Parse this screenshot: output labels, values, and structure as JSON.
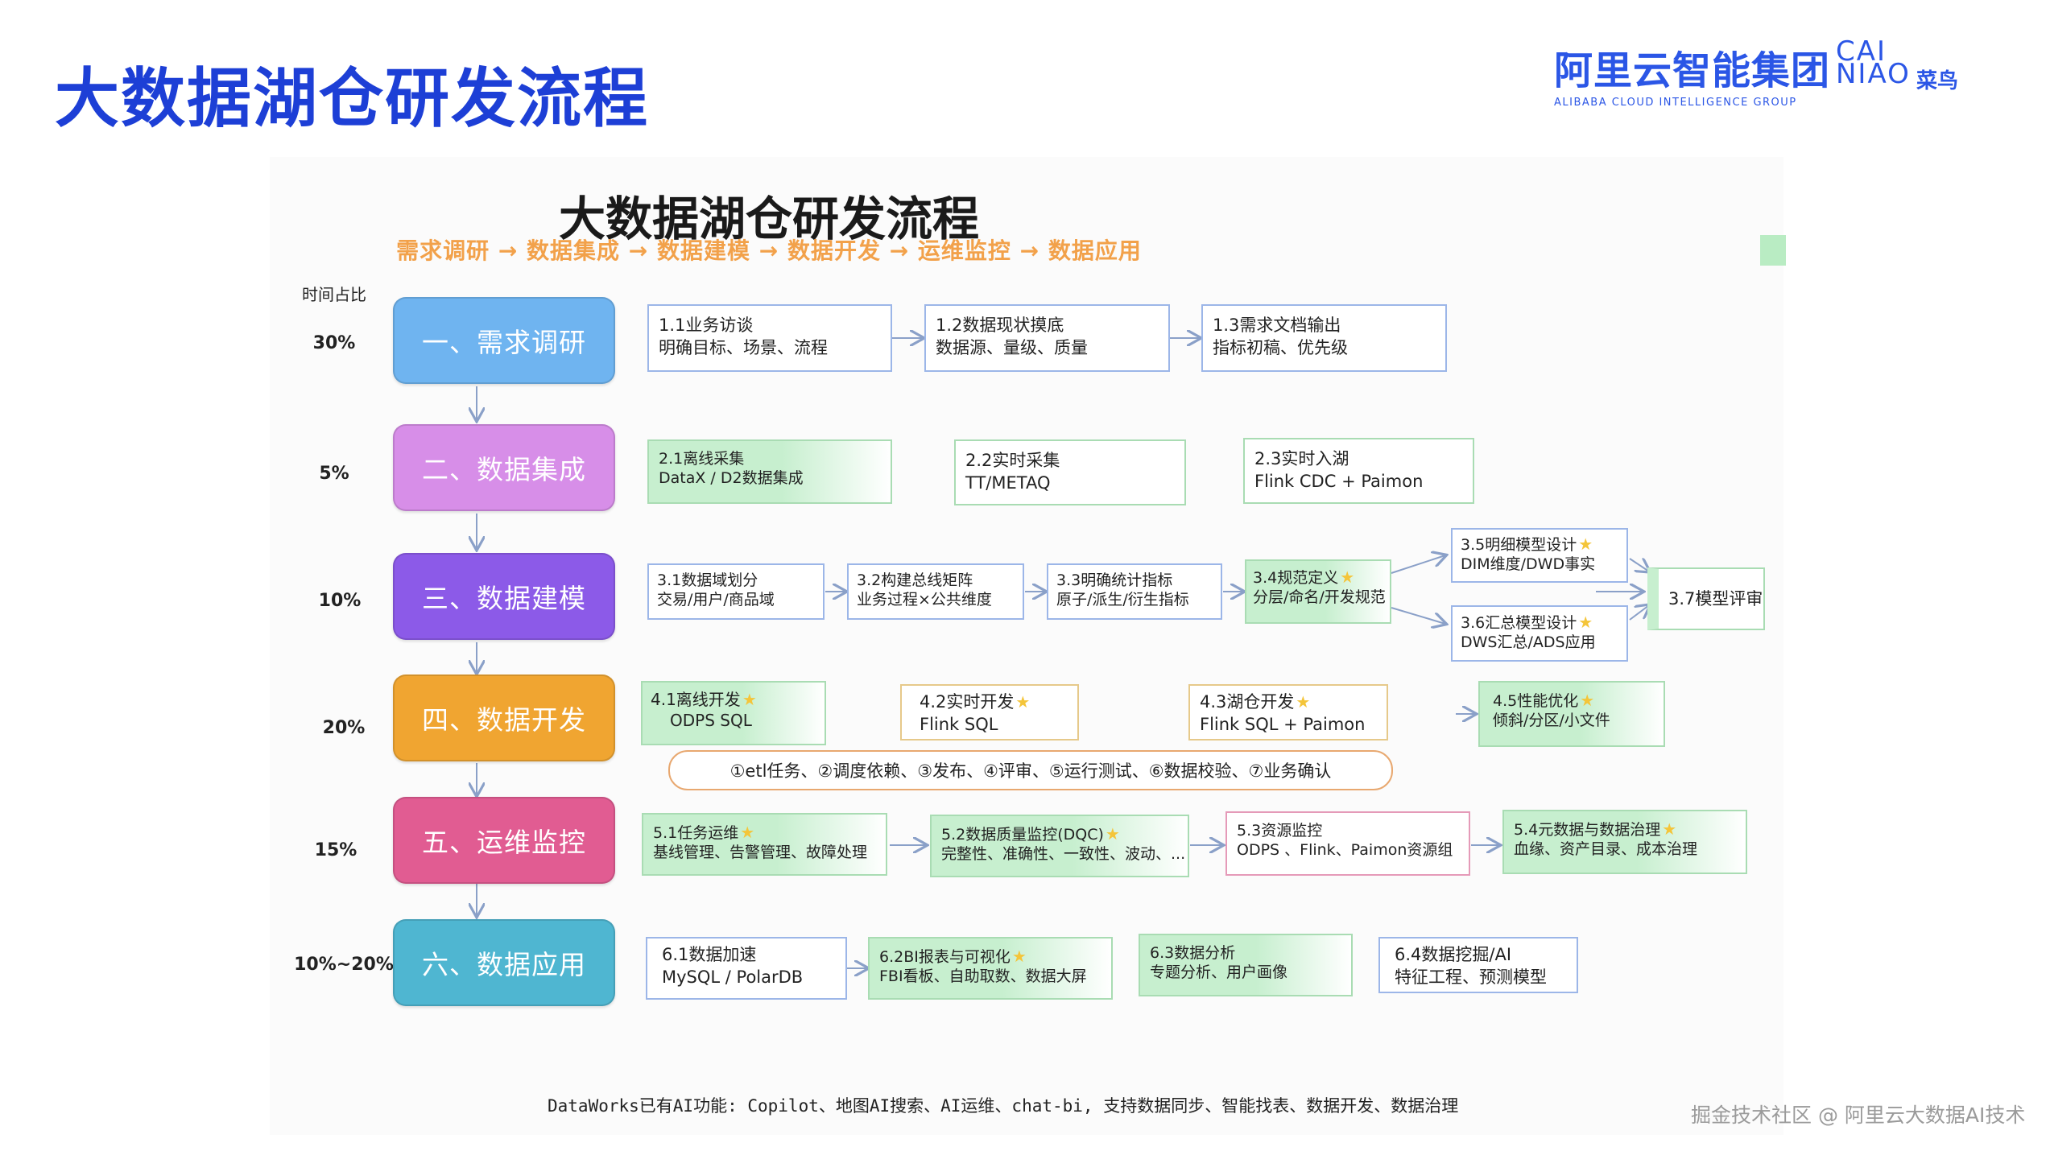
{
  "slide_title": "大数据湖仓研发流程",
  "brand": {
    "alibaba_cn": "阿里云智能集团",
    "alibaba_en": "ALIBABA CLOUD INTELLIGENCE GROUP",
    "cainiao_en": "CAI NIAO",
    "cainiao_cn": "菜鸟"
  },
  "diagram": {
    "title": "大数据湖仓研发流程",
    "subtitle": "需求调研 → 数据集成 → 数据建模 → 数据开发 → 运维监控 → 数据应用",
    "time_ratio_label": "时间占比",
    "stages": [
      {
        "label": "一、需求调研",
        "pct": "30%"
      },
      {
        "label": "二、数据集成",
        "pct": "5%"
      },
      {
        "label": "三、数据建模",
        "pct": "10%"
      },
      {
        "label": "四、数据开发",
        "pct": "20%"
      },
      {
        "label": "五、运维监控",
        "pct": "15%"
      },
      {
        "label": "六、数据应用",
        "pct": "10%~20%"
      }
    ],
    "steps": {
      "s1_1": {
        "l1": "1.1业务访谈",
        "l2": "明确目标、场景、流程"
      },
      "s1_2": {
        "l1": "1.2数据现状摸底",
        "l2": "数据源、量级、质量"
      },
      "s1_3": {
        "l1": "1.3需求文档输出",
        "l2": "指标初稿、优先级"
      },
      "s2_1": {
        "l1": "2.1离线采集",
        "l2": "DataX / D2数据集成"
      },
      "s2_2": {
        "l1": "2.2实时采集",
        "l2": "TT/METAQ"
      },
      "s2_3": {
        "l1": "2.3实时入湖",
        "l2": "Flink CDC + Paimon"
      },
      "s3_1": {
        "l1": "3.1数据域划分",
        "l2": "交易/用户/商品域"
      },
      "s3_2": {
        "l1": "3.2构建总线矩阵",
        "l2": "业务过程×公共维度"
      },
      "s3_3": {
        "l1": "3.3明确统计指标",
        "l2": "原子/派生/衍生指标"
      },
      "s3_4": {
        "l1": "3.4规范定义",
        "l2": "分层/命名/开发规范"
      },
      "s3_5": {
        "l1": "3.5明细模型设计",
        "l2": "DIM维度/DWD事实"
      },
      "s3_6": {
        "l1": "3.6汇总模型设计",
        "l2": "DWS汇总/ADS应用"
      },
      "s3_7": {
        "l1": "3.7模型评审",
        "l2": ""
      },
      "s4_1": {
        "l1": "4.1离线开发",
        "l2": "ODPS SQL"
      },
      "s4_2": {
        "l1": "4.2实时开发",
        "l2": "Flink SQL"
      },
      "s4_3": {
        "l1": "4.3湖仓开发",
        "l2": "Flink SQL + Paimon"
      },
      "s4_5": {
        "l1": "4.5性能优化",
        "l2": "倾斜/分区/小文件"
      },
      "s5_1": {
        "l1": "5.1任务运维",
        "l2": "基线管理、告警管理、故障处理"
      },
      "s5_2": {
        "l1": "5.2数据质量监控(DQC)",
        "l2": "完整性、准确性、一致性、波动、..."
      },
      "s5_3": {
        "l1": "5.3资源监控",
        "l2": "ODPS 、Flink、Paimon资源组"
      },
      "s5_4": {
        "l1": "5.4元数据与数据治理",
        "l2": "血缘、资产目录、成本治理"
      },
      "s6_1": {
        "l1": "6.1数据加速",
        "l2": "MySQL / PolarDB"
      },
      "s6_2": {
        "l1": "6.2BI报表与可视化",
        "l2": "FBI看板、自助取数、数据大屏"
      },
      "s6_3": {
        "l1": "6.3数据分析",
        "l2": "专题分析、用户画像"
      },
      "s6_4": {
        "l1": "6.4数据挖掘/AI",
        "l2": "特征工程、预测模型"
      }
    },
    "dev_steps_note": "①etl任务、②调度依赖、③发布、④评审、⑤运行测试、⑥数据校验、⑦业务确认",
    "footer_note": "DataWorks已有AI功能: Copilot、地图AI搜索、AI运维、chat-bi, 支持数据同步、智能找表、数据开发、数据治理"
  },
  "watermark": "掘金技术社区 @ 阿里云大数据AI技术",
  "colors": {
    "title_blue": "#1d3fd6",
    "subtitle_orange": "#f2a14a",
    "stage_1": "#6fb4f0",
    "stage_2": "#d78ee8",
    "stage_3": "#8c5ae8",
    "stage_4": "#f0a531",
    "stage_5": "#e15c92",
    "stage_6": "#4fb6d1"
  }
}
